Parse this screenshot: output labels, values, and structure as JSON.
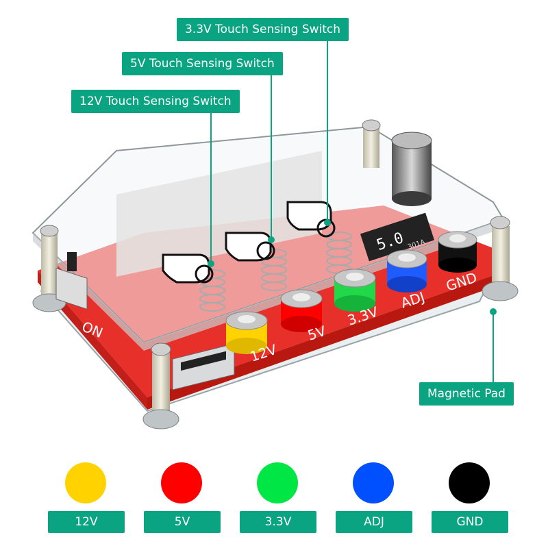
{
  "callouts": {
    "switch_33": "3.3V Touch Sensing Switch",
    "switch_5": "5V Touch Sensing Switch",
    "switch_12": "12V Touch Sensing Switch",
    "magnetic_pad": "Magnetic Pad"
  },
  "board": {
    "label_on": "ON",
    "port_12v": "12V",
    "port_5v": "5V",
    "port_33v": "3.3V",
    "port_adj": "ADJ",
    "port_gnd": "GND",
    "display_text": "5.0",
    "display_sub": "301A"
  },
  "legend": [
    {
      "label": "12V",
      "color": "#ffd200"
    },
    {
      "label": "5V",
      "color": "#ff0000"
    },
    {
      "label": "3.3V",
      "color": "#00e644"
    },
    {
      "label": "ADJ",
      "color": "#0050ff"
    },
    {
      "label": "GND",
      "color": "#000000"
    }
  ],
  "colors": {
    "accent": "#0aa482",
    "pcb": "#e8302a"
  }
}
